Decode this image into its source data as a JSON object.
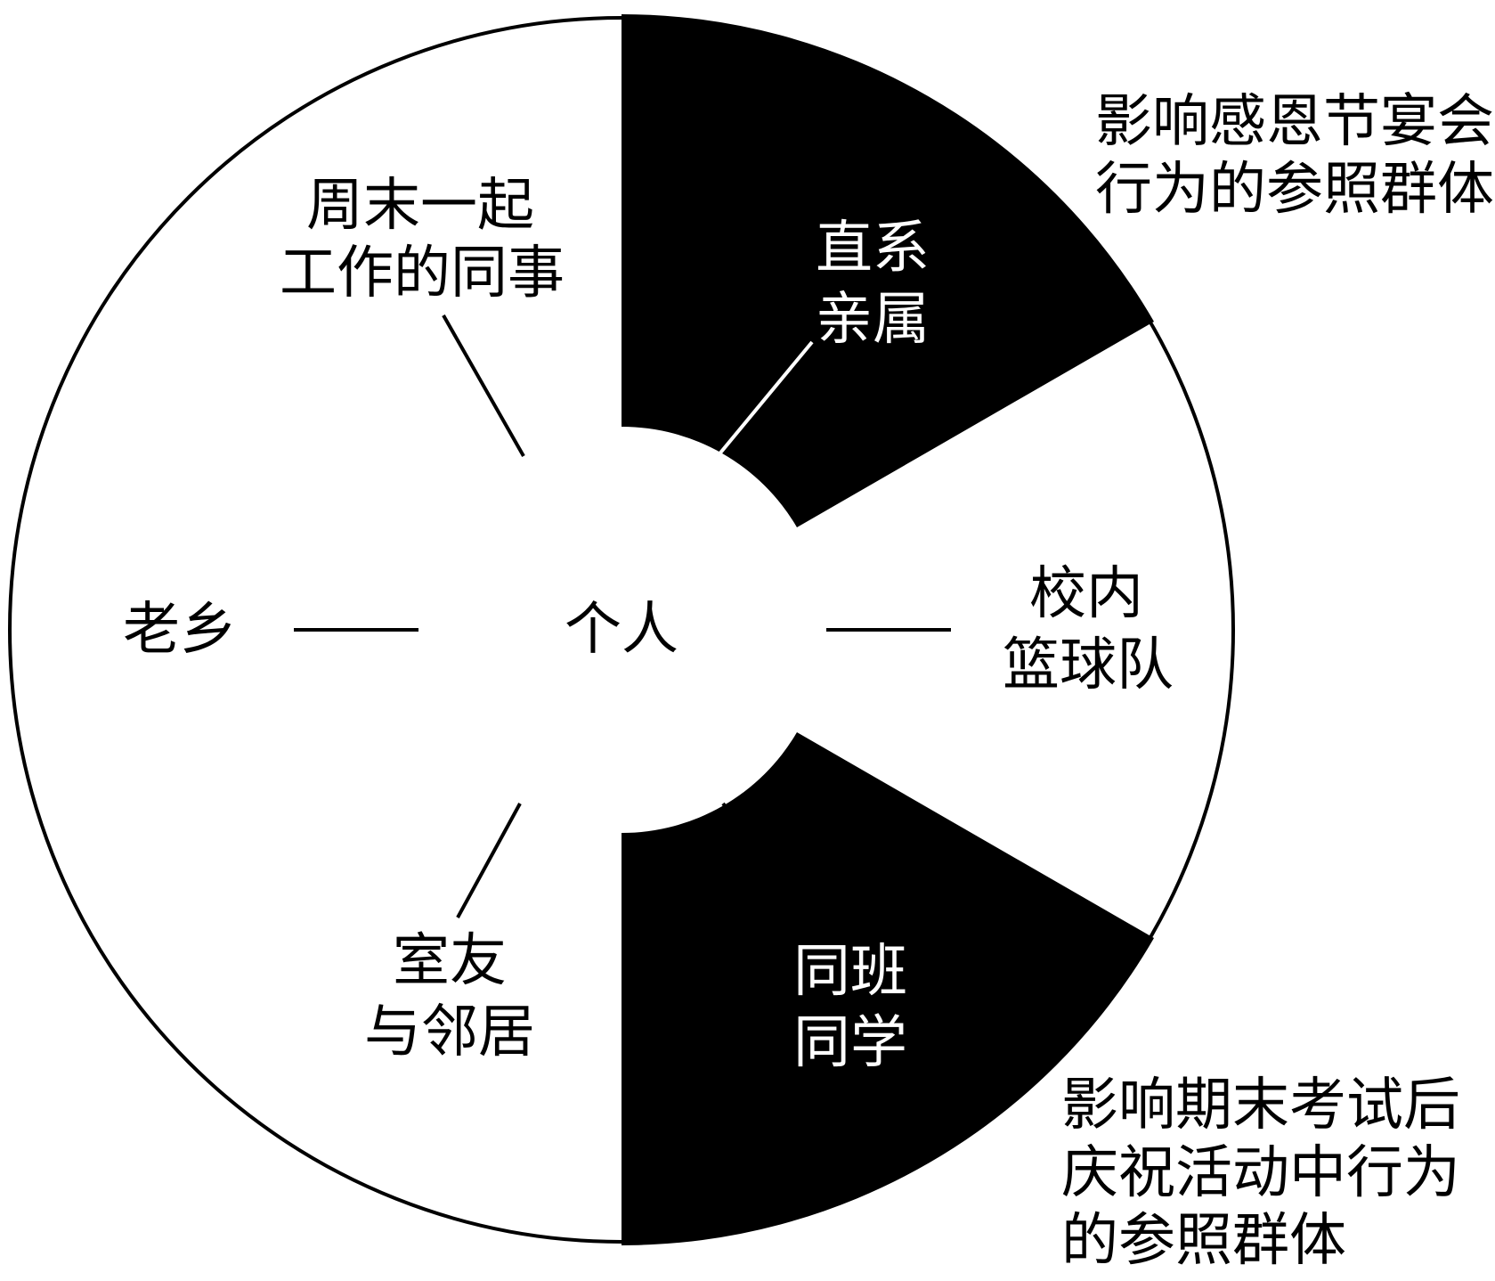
{
  "center": {
    "label": "个人"
  },
  "segments": [
    {
      "id": "relatives",
      "lines": [
        "直系",
        "亲属"
      ],
      "fill": "black"
    },
    {
      "id": "basketball-team",
      "lines": [
        "校内",
        "篮球队"
      ],
      "fill": "white"
    },
    {
      "id": "classmates",
      "lines": [
        "同班",
        "同学"
      ],
      "fill": "black"
    },
    {
      "id": "roommates-neighbors",
      "lines": [
        "室友",
        "与邻居"
      ],
      "fill": "white"
    },
    {
      "id": "hometown-fellows",
      "lines": [
        "老乡"
      ],
      "fill": "white"
    },
    {
      "id": "weekend-coworkers",
      "lines": [
        "周末一起",
        "工作的同事"
      ],
      "fill": "white"
    }
  ],
  "annotations": {
    "top": [
      "影响感恩节宴会",
      "行为的参照群体"
    ],
    "bottom": [
      "影响期末考试后",
      "庆祝活动中行为",
      "的参照群体"
    ]
  },
  "colors": {
    "ink": "#000000",
    "paper": "#ffffff"
  }
}
